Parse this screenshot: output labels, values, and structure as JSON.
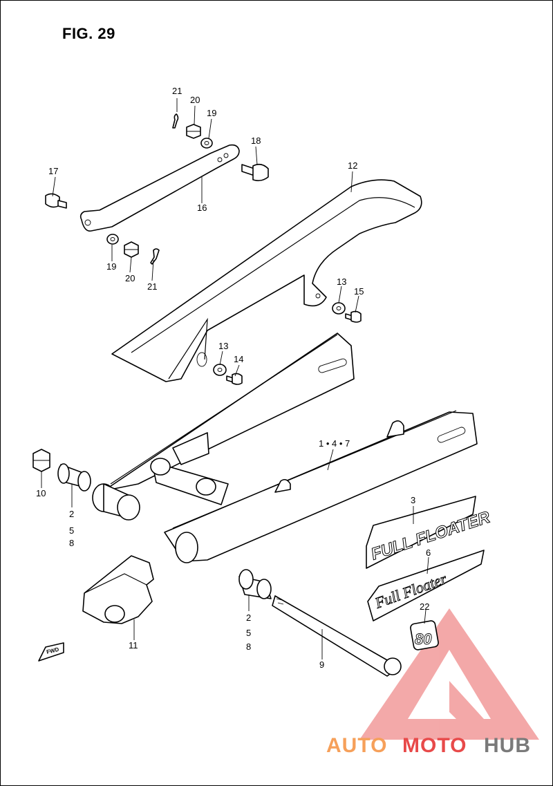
{
  "figure": {
    "title": "FIG. 29"
  },
  "callouts": {
    "c21a": "21",
    "c20a": "20",
    "c19a": "19",
    "c18": "18",
    "c17": "17",
    "c16": "16",
    "c12": "12",
    "c19b": "19",
    "c20b": "20",
    "c21b": "21",
    "c13a": "13",
    "c15": "15",
    "c13b": "13",
    "c14": "14",
    "c147": "1 • 4 • 7",
    "c10": "10",
    "c2a": "2",
    "c5a": "5",
    "c8a": "8",
    "c3": "3",
    "c6": "6",
    "c22": "22",
    "c11": "11",
    "c2b": "2",
    "c5b": "5",
    "c8b": "8",
    "c9": "9"
  },
  "decals": {
    "full_floater": "FULL FLOATER",
    "full_floater_script": "Full Floater",
    "badge_80": "80"
  },
  "direction_marker": {
    "label": "FWD"
  },
  "watermark": {
    "auto": "AUTO",
    "moto": "MOTO",
    "hub": "HUB",
    "colors": {
      "orange": "#f6a05a",
      "red": "#e84a4a",
      "gray": "#7a7a7a"
    }
  }
}
